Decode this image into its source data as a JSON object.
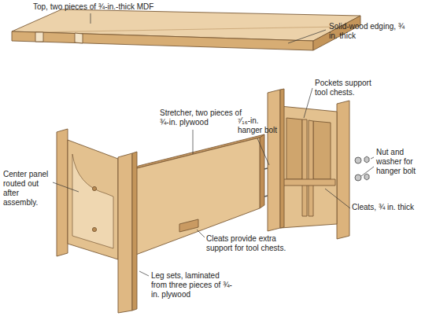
{
  "diagram": {
    "labels": [
      "Top, two pieces of ¾-in.-thick MDF",
      "Solid-wood edging, ¾ in. thick",
      "Pockets support tool chests.",
      "Stretcher, two pieces of ¾-in. plywood",
      "⁷⁄₁₆-in. hanger bolt",
      "Nut and washer for hanger bolt",
      "Center panel routed out after assembly.",
      "Cleats, ¾ in. thick",
      "Cleats provide extra support for tool chests.",
      "Leg sets, laminated from three pieces of ¾-in. plywood"
    ]
  }
}
